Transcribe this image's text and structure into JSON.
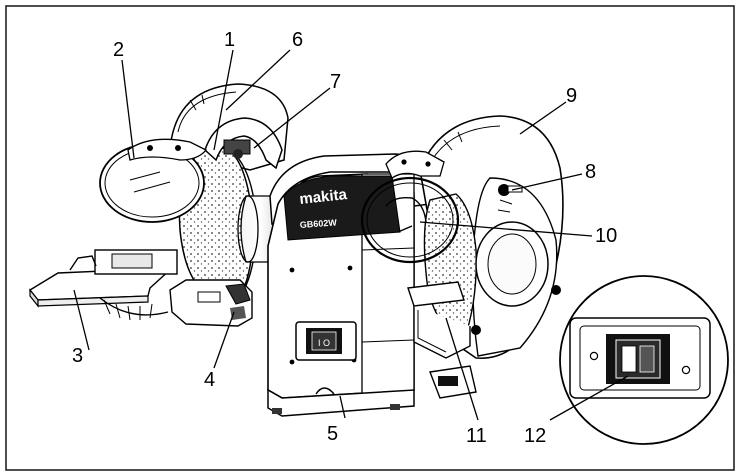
{
  "figure": {
    "brand_label": "makita",
    "model_label": "GB602W",
    "callouts": [
      {
        "id": "1",
        "text": "1"
      },
      {
        "id": "2",
        "text": "2"
      },
      {
        "id": "3",
        "text": "3"
      },
      {
        "id": "4",
        "text": "4"
      },
      {
        "id": "5",
        "text": "5"
      },
      {
        "id": "6",
        "text": "6"
      },
      {
        "id": "7",
        "text": "7"
      },
      {
        "id": "8",
        "text": "8"
      },
      {
        "id": "9",
        "text": "9"
      },
      {
        "id": "10",
        "text": "10"
      },
      {
        "id": "11",
        "text": "11"
      },
      {
        "id": "12",
        "text": "12"
      }
    ]
  }
}
